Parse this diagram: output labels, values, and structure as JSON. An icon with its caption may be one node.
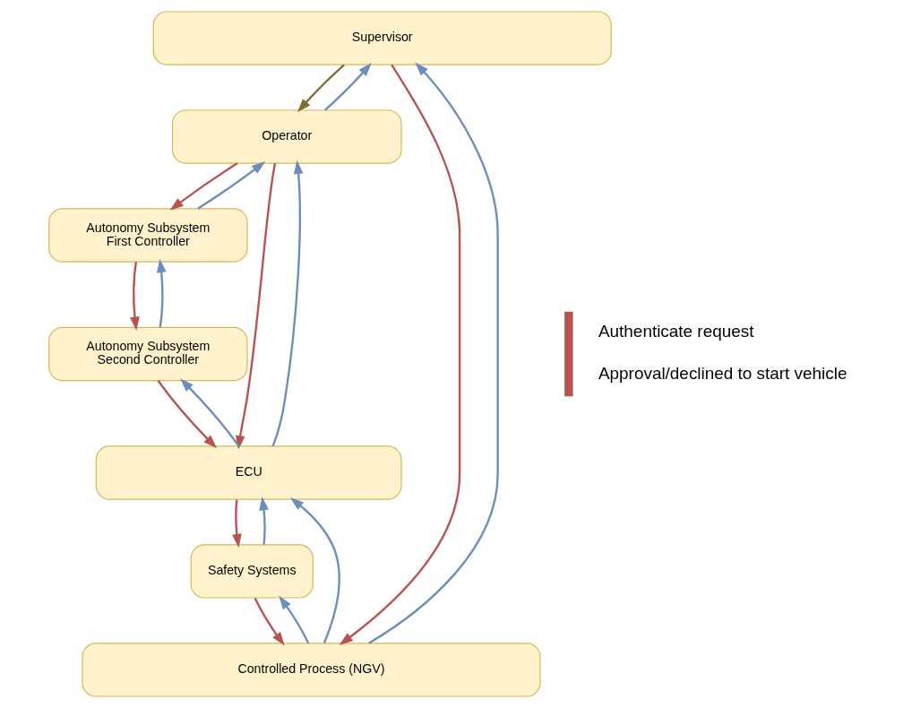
{
  "diagram": {
    "nodes": [
      {
        "text": [
          "Supervisor"
        ]
      },
      {
        "text": [
          "Operator"
        ]
      },
      {
        "text": [
          "Autonomy Subsystem First Controller"
        ]
      },
      {
        "text": [
          "Autonomy Subsystem Second Controller"
        ]
      },
      {
        "text": [
          "ECU"
        ]
      },
      {
        "text": [
          "Safety Systems"
        ]
      },
      {
        "text": [
          "Controlled Process (NGV)"
        ]
      }
    ],
    "edges": [
      {
        "from": 0,
        "to": 1,
        "arrow": "to",
        "color": "#7f6f35"
      },
      {
        "from": 0,
        "to": 6,
        "arrow": "to",
        "color": "#b85450"
      },
      {
        "from": 1,
        "to": 0,
        "arrow": "to"
      },
      {
        "from": 1,
        "to": 4,
        "arrow": "to",
        "color": "#b85450"
      },
      {
        "from": 4,
        "to": 1,
        "arrow": "to"
      },
      {
        "from": 1,
        "to": 2,
        "arrow": "to",
        "color": "#b85450"
      },
      {
        "from": 2,
        "to": 1,
        "arrow": "to"
      },
      {
        "from": 2,
        "to": 3,
        "arrow": "to",
        "color": "#b85450"
      },
      {
        "from": 3,
        "to": 2,
        "arrow": "to"
      },
      {
        "from": 3,
        "to": 4,
        "arrow": "to",
        "color": "#b85450"
      },
      {
        "from": 4,
        "to": 3,
        "arrow": "to"
      },
      {
        "from": 4,
        "to": 5,
        "arrow": "to",
        "color": "#b85450"
      },
      {
        "from": 5,
        "to": 4,
        "arrow": "to"
      },
      {
        "from": 5,
        "to": 6,
        "arrow": "to",
        "color": "#b85450"
      },
      {
        "from": 6,
        "to": 5,
        "arrow": "to"
      },
      {
        "from": 6,
        "to": 4,
        "arrow": "to"
      },
      {
        "from": 6,
        "to": 0,
        "arrow": "to"
      }
    ],
    "legend": [
      {
        "text": "Authenticate request"
      },
      {
        "text": "Approval/declined to start vehicle"
      }
    ]
  }
}
